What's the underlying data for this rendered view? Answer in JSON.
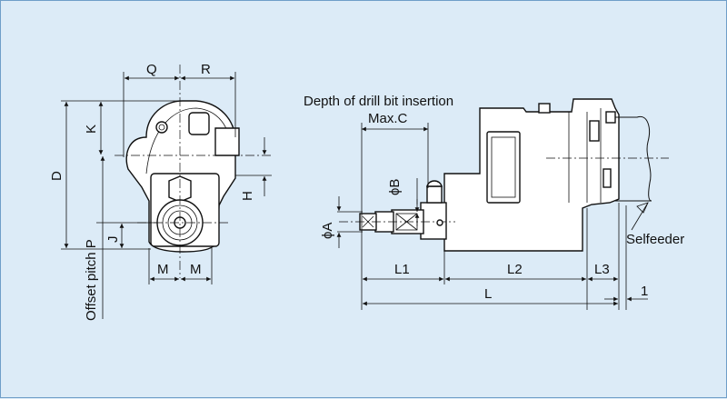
{
  "front_view": {
    "dim_Q": "Q",
    "dim_R": "R",
    "dim_K": "K",
    "dim_D": "D",
    "dim_H": "H",
    "dim_J": "J",
    "dim_M_left": "M",
    "dim_M_right": "M",
    "dim_offset_pitch": "Offset pitch P"
  },
  "side_view": {
    "depth_label": "Depth of drill bit insertion",
    "max_c_label": "Max.C",
    "dim_phi_b": "ϕB",
    "dim_phi_a": "ϕA",
    "dim_L1": "L1",
    "dim_L2": "L2",
    "dim_L3": "L3",
    "dim_L": "L",
    "dim_1": "1",
    "selfeeder_label": "Selfeeder"
  },
  "colors": {
    "background": "#dcebf7",
    "border": "#6f9ec8",
    "line": "#111111",
    "part": "#ffffff"
  }
}
